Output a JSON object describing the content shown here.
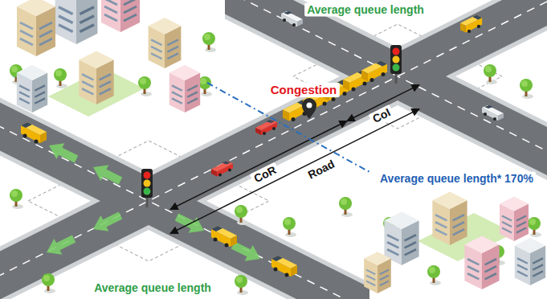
{
  "diagram": {
    "labels": [
      "Average queue length",
      "Congestion",
      "CoI",
      "Average queue length* 170%",
      "CoR",
      "Road",
      "Average queue length"
    ]
  }
}
